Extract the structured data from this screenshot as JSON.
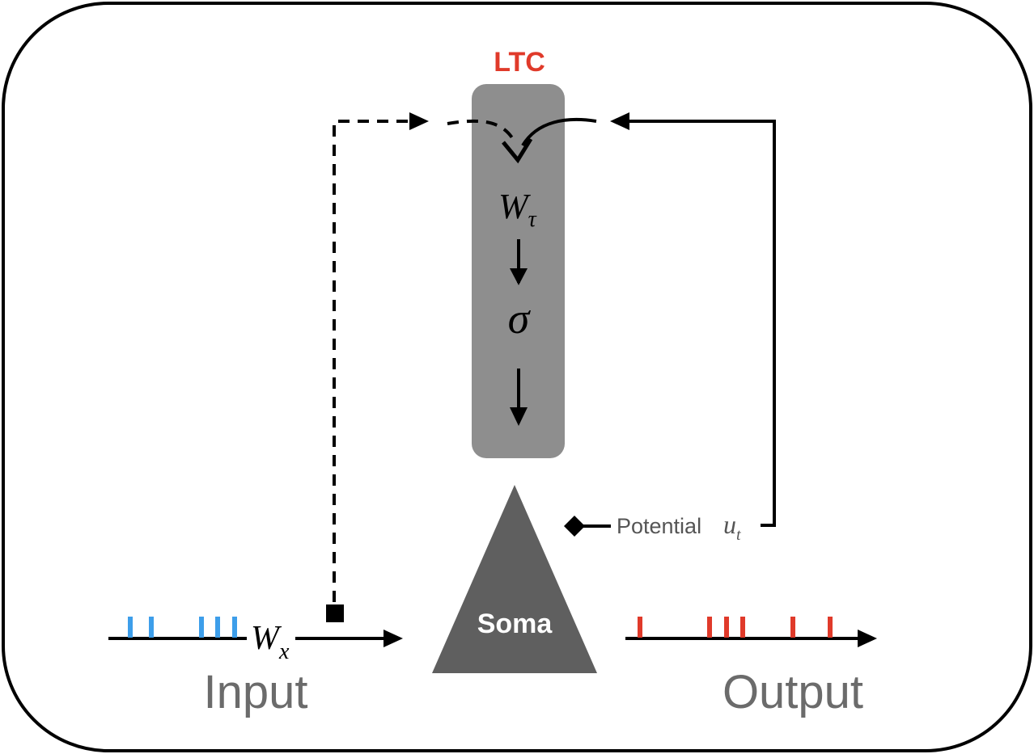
{
  "ltc": {
    "label": "LTC",
    "weight_symbol": "W",
    "weight_subscript": "τ",
    "activation_symbol": "σ",
    "label_color": "#e03a2a",
    "box_color": "#8e8e8e"
  },
  "soma": {
    "label": "Soma",
    "fill_color": "#5f5f5f"
  },
  "input": {
    "label": "Input",
    "weight_symbol": "W",
    "weight_subscript": "x",
    "spike_color": "#3d9eea",
    "spike_count": 5
  },
  "output": {
    "label": "Output",
    "spike_color": "#e03a2a",
    "spike_count": 6
  },
  "potential": {
    "label": "Potential",
    "symbol": "u",
    "subscript": "t"
  },
  "colors": {
    "line": "#000000",
    "caption_text": "#6b6b6b"
  }
}
